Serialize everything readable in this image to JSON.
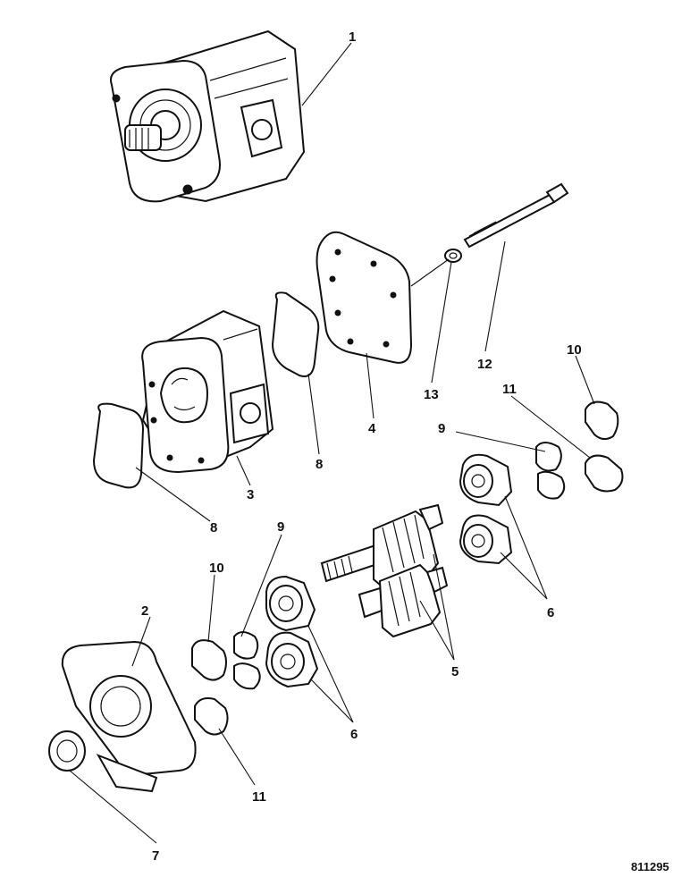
{
  "diagram": {
    "reference_number": "811295",
    "callouts": [
      {
        "id": "c1",
        "label": "1"
      },
      {
        "id": "c2",
        "label": "2"
      },
      {
        "id": "c3",
        "label": "3"
      },
      {
        "id": "c4",
        "label": "4"
      },
      {
        "id": "c5",
        "label": "5"
      },
      {
        "id": "c6a",
        "label": "6"
      },
      {
        "id": "c6b",
        "label": "6"
      },
      {
        "id": "c7",
        "label": "7"
      },
      {
        "id": "c8a",
        "label": "8"
      },
      {
        "id": "c8b",
        "label": "8"
      },
      {
        "id": "c9a",
        "label": "9"
      },
      {
        "id": "c9b",
        "label": "9"
      },
      {
        "id": "c10a",
        "label": "10"
      },
      {
        "id": "c10b",
        "label": "10"
      },
      {
        "id": "c11a",
        "label": "11"
      },
      {
        "id": "c11b",
        "label": "11"
      },
      {
        "id": "c12",
        "label": "12"
      },
      {
        "id": "c13",
        "label": "13"
      }
    ]
  }
}
